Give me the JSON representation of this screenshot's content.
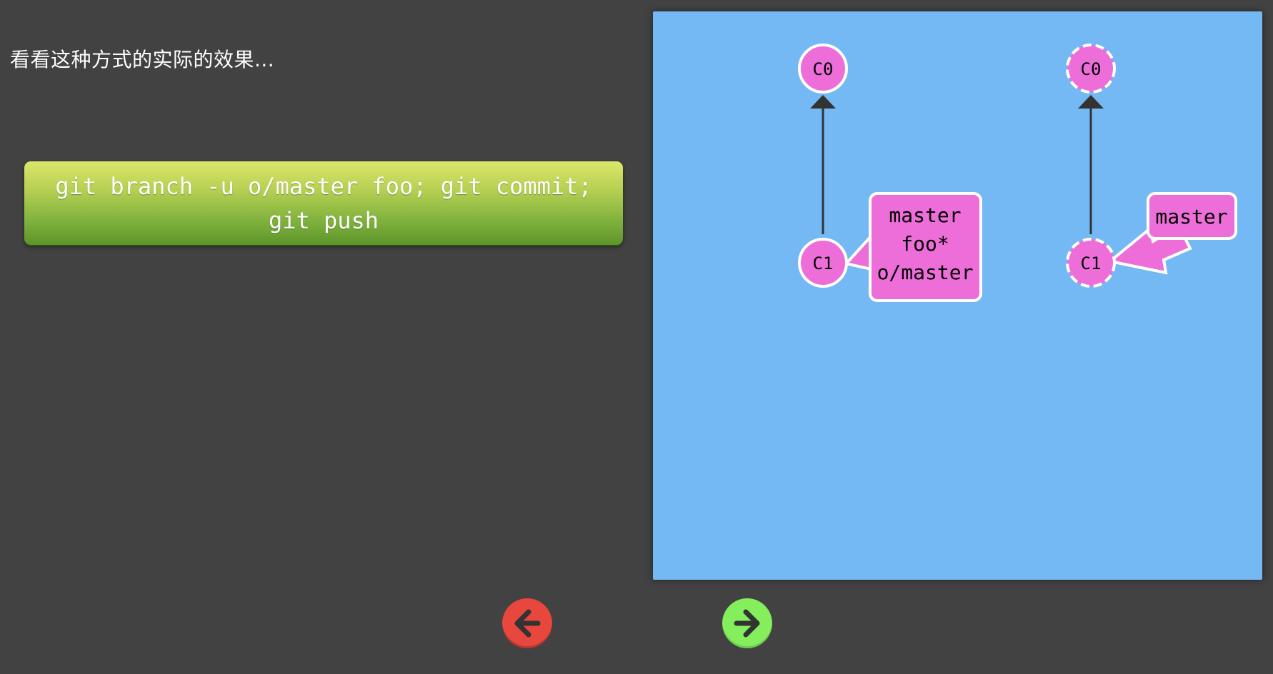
{
  "intro": {
    "text": "看看这种方式的实际的效果..."
  },
  "command": {
    "line1": "git branch -u o/master foo; git commit;",
    "line2": "git push"
  },
  "local_repo": {
    "commits": [
      "C0",
      "C1"
    ],
    "branch_label_lines": [
      "master",
      "foo*",
      "o/master"
    ]
  },
  "remote_repo": {
    "commits": [
      "C0",
      "C1"
    ],
    "branch_label": "master"
  },
  "navigation": {
    "prev_icon": "arrow-left-icon",
    "next_icon": "arrow-right-icon"
  },
  "colors": {
    "background": "#424242",
    "visualization_bg": "#74b8f4",
    "commit_fill": "#ee6ed9",
    "command_gradient_top": "#dde76a",
    "command_gradient_bottom": "#5d952a",
    "prev_button": "#e8473d",
    "next_button": "#84ee5c"
  }
}
